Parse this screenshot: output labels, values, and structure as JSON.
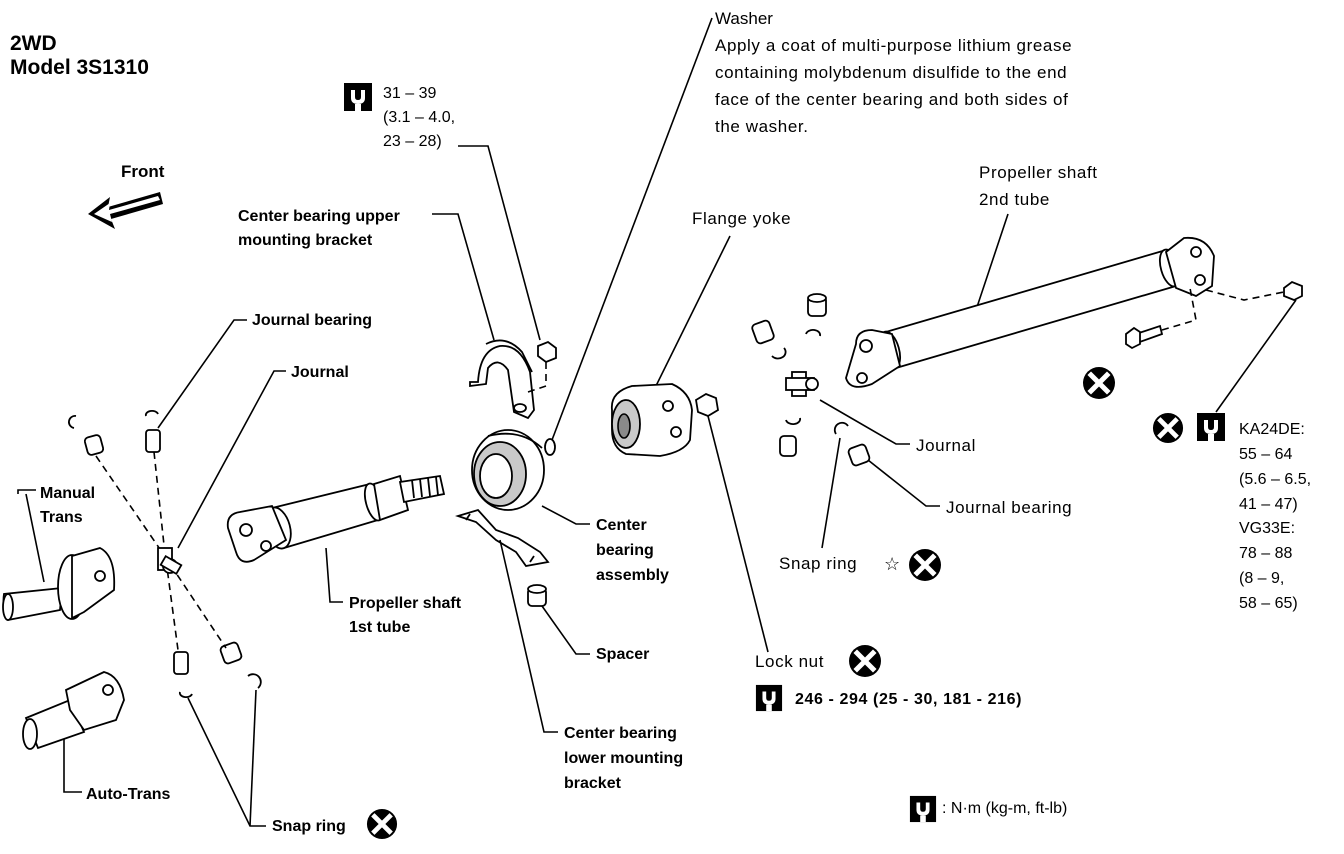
{
  "title": {
    "line1": "2WD",
    "line2": "Model 3S1310"
  },
  "front_label": "Front",
  "torque_top": {
    "line1": "31 – 39",
    "line2": "(3.1 – 4.0,",
    "line3": "23 – 28)"
  },
  "washer_note": {
    "heading": "Washer",
    "line1": "Apply a coat of multi-purpose lithium grease",
    "line2": "containing molybdenum disulfide to the end",
    "line3": "face of the center bearing and both sides of",
    "line4": "the washer."
  },
  "labels": {
    "upper_bracket_1": "Center bearing upper",
    "upper_bracket_2": "mounting bracket",
    "journal_bearing_left": "Journal bearing",
    "journal_left": "Journal",
    "manual_trans_1": "Manual",
    "manual_trans_2": "Trans",
    "auto_trans": "Auto-Trans",
    "snap_ring_left": "Snap ring",
    "shaft_1st_1": "Propeller shaft",
    "shaft_1st_2": "1st tube",
    "center_assembly_1": "Center",
    "center_assembly_2": "bearing",
    "center_assembly_3": "assembly",
    "spacer": "Spacer",
    "lower_bracket_1": "Center bearing",
    "lower_bracket_2": "lower mounting",
    "lower_bracket_3": "bracket",
    "flange_yoke": "Flange yoke",
    "shaft_2nd_1": "Propeller shaft",
    "shaft_2nd_2": "2nd tube",
    "journal_right": "Journal",
    "journal_bearing_right": "Journal bearing",
    "snap_ring_right": "Snap ring",
    "lock_nut": "Lock nut"
  },
  "lock_nut_torque": "246 - 294 (25 - 30, 181 - 216)",
  "torque_right": {
    "line1": "KA24DE:",
    "line2": "55 – 64",
    "line3": "(5.6 – 6.5,",
    "line4": "41 – 47)",
    "line5": "VG33E:",
    "line6": "78 – 88",
    "line7": "(8 – 9,",
    "line8": "58 – 65)"
  },
  "units_legend": ": N·m (kg-m, ft-lb)",
  "icons": {
    "torque": "torque-wrench-icon",
    "replace": "do-not-reuse-icon",
    "star": "star-icon"
  },
  "star_glyph": "☆"
}
